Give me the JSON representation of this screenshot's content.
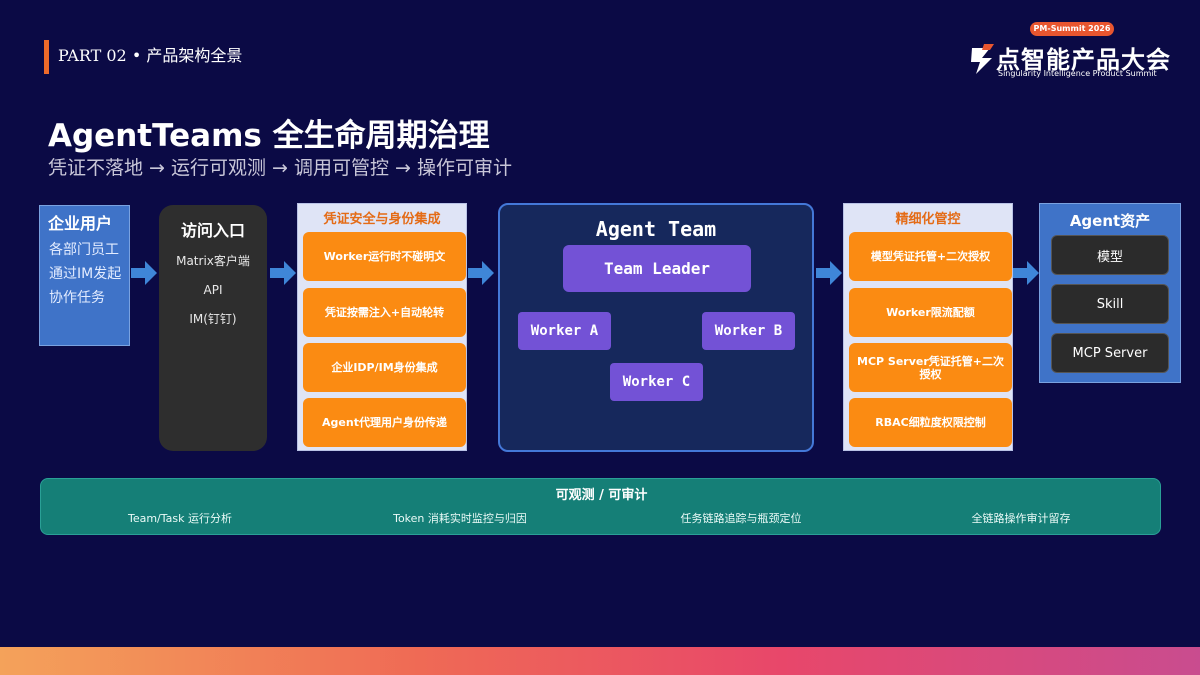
{
  "header": {
    "part_label": "PART 02 • 产品架构全景",
    "badge": "PM-Summit 2026",
    "logo_main": "点智能产品大会",
    "logo_sub": "Singularity Intelligence Product Summit"
  },
  "title": "AgentTeams 全生命周期治理",
  "subtitle": "凭证不落地 → 运行可观测 → 调用可管控 → 操作可审计",
  "enterprise_user": {
    "title": "企业用户",
    "lines": [
      "各部门员工",
      "通过IM发起",
      "协作任务"
    ]
  },
  "access": {
    "title": "访问入口",
    "items": [
      "Matrix客户端",
      "API",
      "IM(钉钉)"
    ]
  },
  "credentials": {
    "title": "凭证安全与身份集成",
    "items": [
      "Worker运行时不碰明文",
      "凭证按需注入+自动轮转",
      "企业IDP/IM身份集成",
      "Agent代理用户身份传递"
    ]
  },
  "agent_team": {
    "title": "Agent Team",
    "leader": "Team Leader",
    "worker_a": "Worker A",
    "worker_b": "Worker B",
    "worker_c": "Worker C"
  },
  "fine_control": {
    "title": "精细化管控",
    "items": [
      "模型凭证托管+二次授权",
      "Worker限流配额",
      "MCP Server凭证托管+二次授权",
      "RBAC细粒度权限控制"
    ]
  },
  "assets": {
    "title": "Agent资产",
    "items": [
      "模型",
      "Skill",
      "MCP Server"
    ]
  },
  "observability": {
    "title": "可观测 / 可审计",
    "items": [
      "Team/Task 运行分析",
      "Token 消耗实时监控与归因",
      "任务链路追踪与瓶颈定位",
      "全链路操作审计留存"
    ]
  },
  "colors": {
    "background": "#0b0a45",
    "accent_orange": "#fb8b12",
    "blue_box": "#3f73c8",
    "purple": "#7352d6",
    "teal_band": "#157f77"
  }
}
